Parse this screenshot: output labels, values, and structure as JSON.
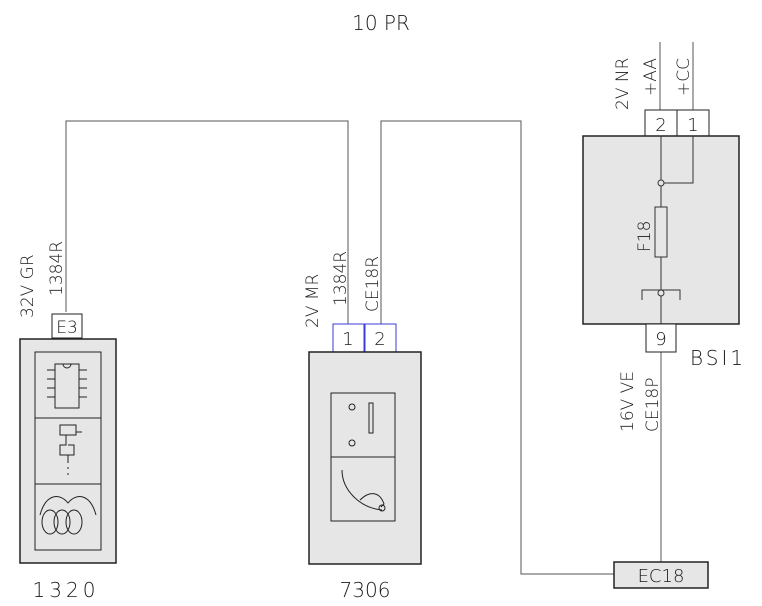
{
  "title": "10 PR",
  "components": {
    "c1320": {
      "label": "1320",
      "connector": "E3",
      "wire_color": "32V GR",
      "wire_id": "1384R"
    },
    "c7306": {
      "label": "7306",
      "pins": [
        "1",
        "2"
      ],
      "pin1_color": "2V MR",
      "pin1_wire": "1384R",
      "pin2_wire": "CE18R"
    },
    "bsi": {
      "label": "BSI1",
      "top_connector": "2V NR",
      "top_pins": [
        "2",
        "1"
      ],
      "top_pin_labels": [
        "+AA",
        "+CC"
      ],
      "fuse": "F18",
      "bottom_pin": "9",
      "bottom_color": "16V VE",
      "bottom_wire": "CE18P"
    },
    "ec18": {
      "label": "EC18"
    }
  }
}
